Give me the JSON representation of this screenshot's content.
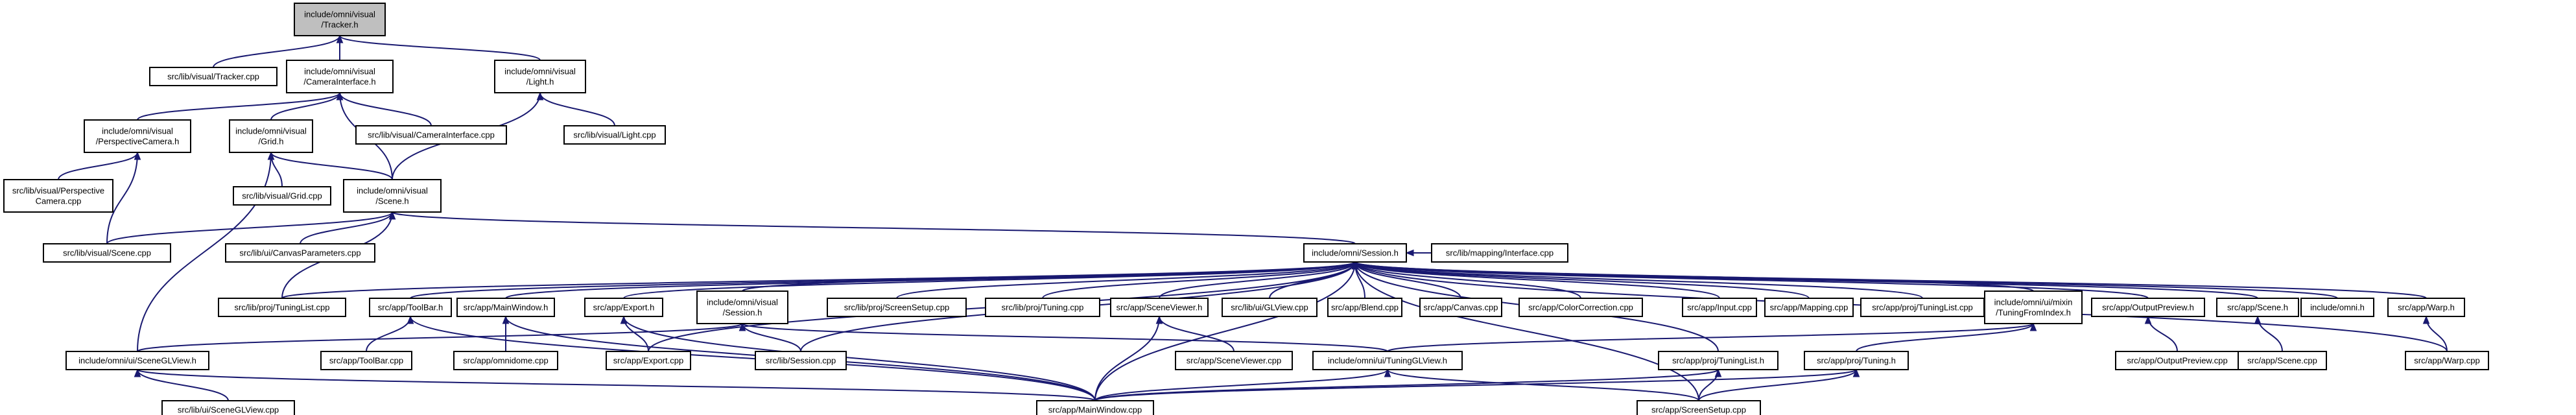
{
  "diagram": {
    "type": "doxygen-include-graph",
    "colors": {
      "edge": "#191970",
      "node_border": "#000000",
      "node_fill": "#ffffff",
      "root_fill": "#bfbfbf",
      "missing_border": "#ff0000"
    },
    "nodes": {
      "tracker_h": {
        "lines": [
          "include/omni/visual",
          "/Tracker.h"
        ],
        "root": true
      },
      "tracker_cpp": {
        "lines": [
          "src/lib/visual/Tracker.cpp"
        ]
      },
      "camera_h": {
        "lines": [
          "include/omni/visual",
          "/CameraInterface.h"
        ]
      },
      "light_h": {
        "lines": [
          "include/omni/visual",
          "/Light.h"
        ]
      },
      "persp_h": {
        "lines": [
          "include/omni/visual",
          "/PerspectiveCamera.h"
        ]
      },
      "grid_h": {
        "lines": [
          "include/omni/visual",
          "/Grid.h"
        ]
      },
      "camera_cpp": {
        "lines": [
          "src/lib/visual/CameraInterface.cpp"
        ]
      },
      "light_cpp": {
        "lines": [
          "src/lib/visual/Light.cpp"
        ]
      },
      "persp_cpp": {
        "lines": [
          "src/lib/visual/Perspective",
          "Camera.cpp"
        ]
      },
      "grid_cpp": {
        "lines": [
          "src/lib/visual/Grid.cpp"
        ]
      },
      "scene_h": {
        "lines": [
          "include/omni/visual",
          "/Scene.h"
        ]
      },
      "scene_cpp": {
        "lines": [
          "src/lib/visual/Scene.cpp"
        ]
      },
      "canvasparams_cpp": {
        "lines": [
          "src/lib/ui/CanvasParameters.cpp"
        ]
      },
      "session_h": {
        "lines": [
          "include/omni/Session.h"
        ]
      },
      "mapping_iface_cpp": {
        "lines": [
          "src/lib/mapping/Interface.cpp"
        ]
      },
      "tuninglist_lib_cpp": {
        "lines": [
          "src/lib/proj/TuningList.cpp"
        ]
      },
      "toolbar_h": {
        "lines": [
          "src/app/ToolBar.h"
        ]
      },
      "mainwindow_h": {
        "lines": [
          "src/app/MainWindow.h"
        ]
      },
      "export_h": {
        "lines": [
          "src/app/Export.h"
        ]
      },
      "visual_session_h": {
        "lines": [
          "include/omni/visual",
          "/Session.h"
        ],
        "missing": true
      },
      "screensetup_lib_cpp": {
        "lines": [
          "src/lib/proj/ScreenSetup.cpp"
        ]
      },
      "tuning_lib_cpp": {
        "lines": [
          "src/lib/proj/Tuning.cpp"
        ]
      },
      "sceneviewer_h": {
        "lines": [
          "src/app/SceneViewer.h"
        ]
      },
      "glview_cpp": {
        "lines": [
          "src/lib/ui/GLView.cpp"
        ]
      },
      "blend_cpp": {
        "lines": [
          "src/app/Blend.cpp"
        ]
      },
      "canvas_cpp": {
        "lines": [
          "src/app/Canvas.cpp"
        ]
      },
      "colorcorr_cpp": {
        "lines": [
          "src/app/ColorCorrection.cpp"
        ]
      },
      "input_cpp": {
        "lines": [
          "src/app/Input.cpp"
        ]
      },
      "mapping_cpp": {
        "lines": [
          "src/app/Mapping.cpp"
        ]
      },
      "app_tuninglist_cpp": {
        "lines": [
          "src/app/proj/TuningList.cpp"
        ]
      },
      "tuningfromindex_h": {
        "lines": [
          "include/omni/ui/mixin",
          "/TuningFromIndex.h"
        ]
      },
      "outputpreview_h": {
        "lines": [
          "src/app/OutputPreview.h"
        ]
      },
      "app_scene_h": {
        "lines": [
          "src/app/Scene.h"
        ]
      },
      "omni_h": {
        "lines": [
          "include/omni.h"
        ]
      },
      "warp_h": {
        "lines": [
          "src/app/Warp.h"
        ]
      },
      "sceneglview_h": {
        "lines": [
          "include/omni/ui/SceneGLView.h"
        ]
      },
      "toolbar_cpp": {
        "lines": [
          "src/app/ToolBar.cpp"
        ]
      },
      "omnidome_cpp": {
        "lines": [
          "src/app/omnidome.cpp"
        ]
      },
      "export_cpp": {
        "lines": [
          "src/app/Export.cpp"
        ]
      },
      "session_cpp": {
        "lines": [
          "src/lib/Session.cpp"
        ]
      },
      "sceneviewer_cpp": {
        "lines": [
          "src/app/SceneViewer.cpp"
        ]
      },
      "tuningglview_h": {
        "lines": [
          "include/omni/ui/TuningGLView.h"
        ],
        "missing": true
      },
      "app_tuninglist_h": {
        "lines": [
          "src/app/proj/TuningList.h"
        ]
      },
      "app_tuning_h": {
        "lines": [
          "src/app/proj/Tuning.h"
        ],
        "missing": true
      },
      "outputpreview_cpp": {
        "lines": [
          "src/app/OutputPreview.cpp"
        ]
      },
      "app_scene_cpp": {
        "lines": [
          "src/app/Scene.cpp"
        ]
      },
      "warp_cpp": {
        "lines": [
          "src/app/Warp.cpp"
        ]
      },
      "sceneglview_cpp": {
        "lines": [
          "src/lib/ui/SceneGLView.cpp"
        ]
      },
      "mainwindow_cpp": {
        "lines": [
          "src/app/MainWindow.cpp"
        ]
      },
      "screensetup_app_cpp": {
        "lines": [
          "src/app/ScreenSetup.cpp"
        ]
      }
    },
    "edges": [
      [
        "tracker_h",
        "tracker_cpp"
      ],
      [
        "tracker_h",
        "camera_h"
      ],
      [
        "tracker_h",
        "light_h"
      ],
      [
        "camera_h",
        "persp_h"
      ],
      [
        "camera_h",
        "grid_h"
      ],
      [
        "camera_h",
        "camera_cpp"
      ],
      [
        "camera_h",
        "scene_h"
      ],
      [
        "light_h",
        "light_cpp"
      ],
      [
        "light_h",
        "scene_h"
      ],
      [
        "persp_h",
        "persp_cpp"
      ],
      [
        "persp_h",
        "scene_cpp"
      ],
      [
        "grid_h",
        "grid_cpp"
      ],
      [
        "grid_h",
        "scene_h"
      ],
      [
        "grid_h",
        "sceneglview_h"
      ],
      [
        "scene_h",
        "scene_cpp"
      ],
      [
        "scene_h",
        "canvasparams_cpp"
      ],
      [
        "scene_h",
        "session_h"
      ],
      [
        "scene_h",
        "tuninglist_lib_cpp"
      ],
      [
        "session_h",
        "mapping_iface_cpp"
      ],
      [
        "session_h",
        "tuninglist_lib_cpp"
      ],
      [
        "session_h",
        "toolbar_h"
      ],
      [
        "session_h",
        "mainwindow_h"
      ],
      [
        "session_h",
        "export_h"
      ],
      [
        "session_h",
        "visual_session_h"
      ],
      [
        "session_h",
        "screensetup_lib_cpp"
      ],
      [
        "session_h",
        "tuning_lib_cpp"
      ],
      [
        "session_h",
        "sceneviewer_h"
      ],
      [
        "session_h",
        "glview_cpp"
      ],
      [
        "session_h",
        "blend_cpp"
      ],
      [
        "session_h",
        "canvas_cpp"
      ],
      [
        "session_h",
        "colorcorr_cpp"
      ],
      [
        "session_h",
        "input_cpp"
      ],
      [
        "session_h",
        "mapping_cpp"
      ],
      [
        "session_h",
        "app_tuninglist_cpp"
      ],
      [
        "session_h",
        "tuningfromindex_h"
      ],
      [
        "session_h",
        "outputpreview_h"
      ],
      [
        "session_h",
        "app_scene_h"
      ],
      [
        "session_h",
        "omni_h"
      ],
      [
        "session_h",
        "warp_h"
      ],
      [
        "session_h",
        "export_cpp"
      ],
      [
        "session_h",
        "session_cpp"
      ],
      [
        "session_h",
        "mainwindow_cpp"
      ],
      [
        "session_h",
        "app_tuninglist_h"
      ],
      [
        "session_h",
        "warp_cpp"
      ],
      [
        "session_h",
        "screensetup_app_cpp"
      ],
      [
        "toolbar_h",
        "toolbar_cpp"
      ],
      [
        "toolbar_h",
        "mainwindow_cpp"
      ],
      [
        "mainwindow_h",
        "omnidome_cpp"
      ],
      [
        "mainwindow_h",
        "mainwindow_cpp"
      ],
      [
        "export_h",
        "export_cpp"
      ],
      [
        "export_h",
        "mainwindow_cpp"
      ],
      [
        "visual_session_h",
        "session_cpp"
      ],
      [
        "visual_session_h",
        "sceneglview_h"
      ],
      [
        "visual_session_h",
        "tuningglview_h"
      ],
      [
        "sceneviewer_h",
        "sceneviewer_cpp"
      ],
      [
        "sceneviewer_h",
        "mainwindow_cpp"
      ],
      [
        "tuningfromindex_h",
        "tuningglview_h"
      ],
      [
        "tuningfromindex_h",
        "app_tuning_h"
      ],
      [
        "outputpreview_h",
        "outputpreview_cpp"
      ],
      [
        "app_scene_h",
        "app_scene_cpp"
      ],
      [
        "warp_h",
        "warp_cpp"
      ],
      [
        "sceneglview_h",
        "sceneglview_cpp"
      ],
      [
        "sceneglview_h",
        "mainwindow_cpp"
      ],
      [
        "tuningglview_h",
        "mainwindow_cpp"
      ],
      [
        "tuningglview_h",
        "screensetup_app_cpp"
      ],
      [
        "app_tuninglist_h",
        "mainwindow_cpp"
      ],
      [
        "app_tuninglist_h",
        "screensetup_app_cpp"
      ],
      [
        "app_tuning_h",
        "mainwindow_cpp"
      ],
      [
        "app_tuning_h",
        "screensetup_app_cpp"
      ]
    ]
  }
}
